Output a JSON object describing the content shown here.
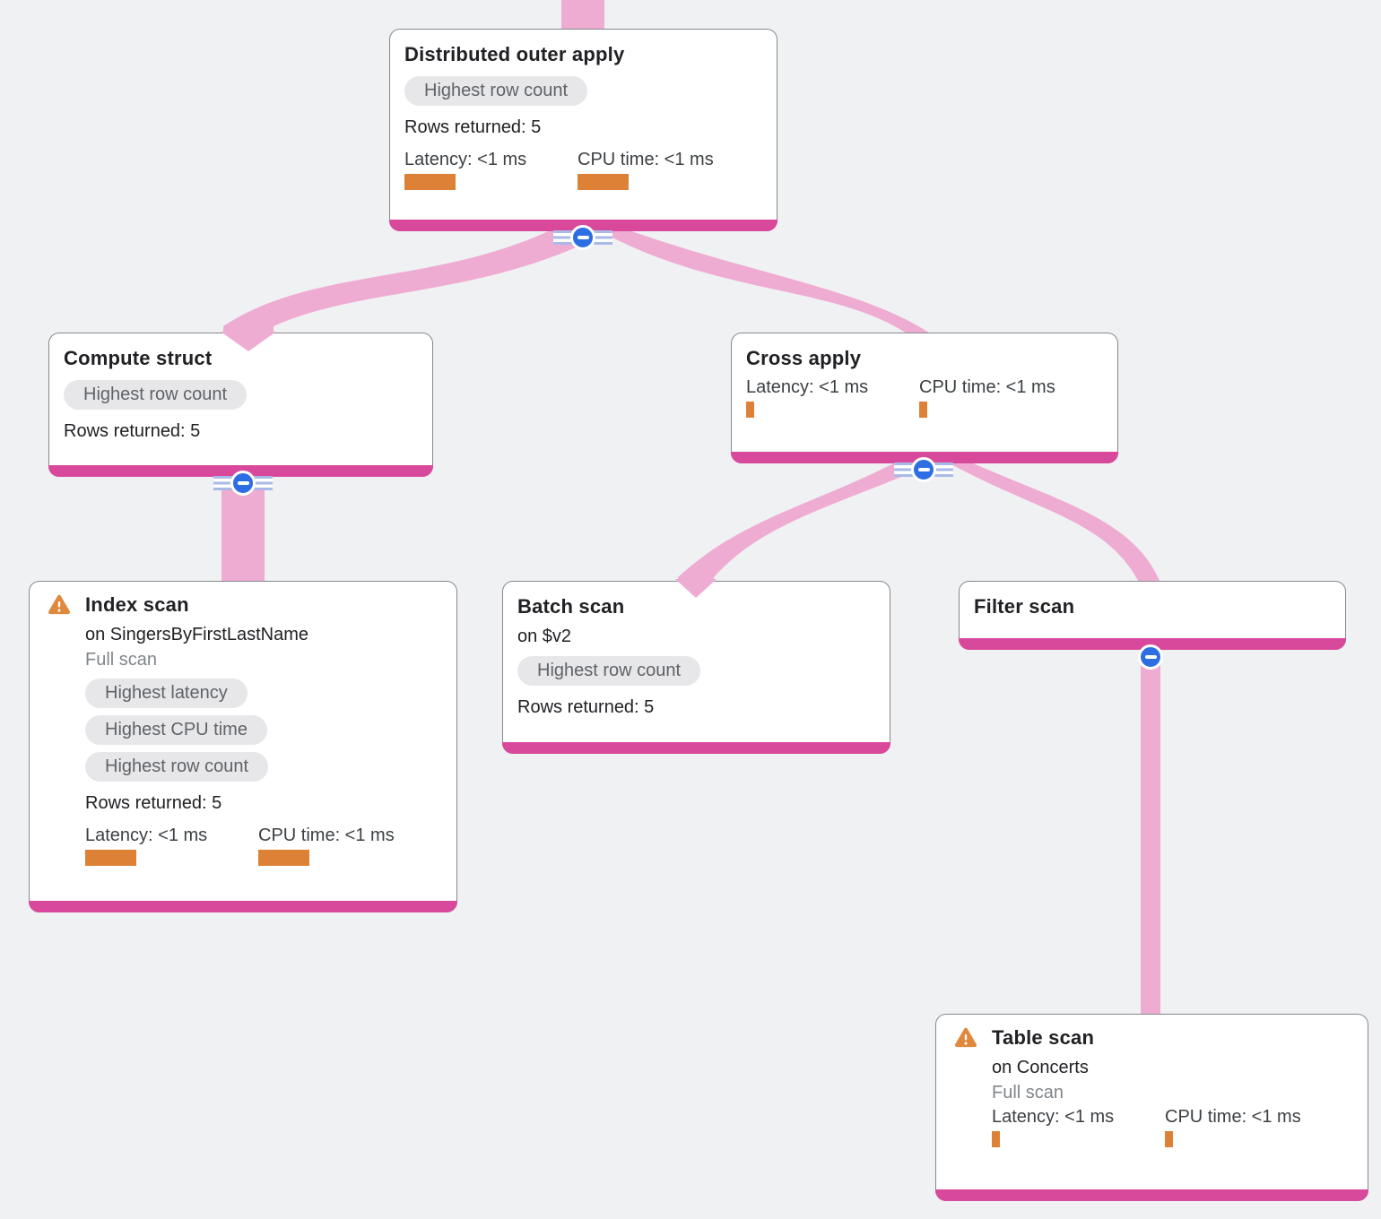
{
  "colors": {
    "background": "#f0f1f3",
    "card_bg": "#ffffff",
    "card_border": "#85898e",
    "accent_bar": "#d9499b",
    "link": "#efacd2",
    "badge_bg": "#e7e7ea",
    "badge_text": "#5f6368",
    "title_text": "#202124",
    "body_text": "#3c4043",
    "muted_text": "#80868b",
    "metric_bar": "#dd8136",
    "warning": "#e0883b",
    "expand_button": "#2e6ee3"
  },
  "icons": {
    "warning": "warning-triangle-icon",
    "collapse": "minus-circle-icon"
  },
  "nodes": {
    "distributed_outer_apply": {
      "title": "Distributed outer apply",
      "badges": [
        "Highest row count"
      ],
      "rows_returned": "Rows returned: 5",
      "latency_label": "Latency: <1 ms",
      "cpu_label": "CPU time: <1 ms"
    },
    "compute_struct": {
      "title": "Compute struct",
      "badges": [
        "Highest row count"
      ],
      "rows_returned": "Rows returned: 5"
    },
    "cross_apply": {
      "title": "Cross apply",
      "latency_label": "Latency: <1 ms",
      "cpu_label": "CPU time: <1 ms"
    },
    "index_scan": {
      "title": "Index scan",
      "subtitle": "on SingersByFirstLastName",
      "scan_type": "Full scan",
      "badges": [
        "Highest latency",
        "Highest CPU time",
        "Highest row count"
      ],
      "rows_returned": "Rows returned: 5",
      "latency_label": "Latency: <1 ms",
      "cpu_label": "CPU time: <1 ms"
    },
    "batch_scan": {
      "title": "Batch scan",
      "subtitle": "on $v2",
      "badges": [
        "Highest row count"
      ],
      "rows_returned": "Rows returned: 5"
    },
    "filter_scan": {
      "title": "Filter scan"
    },
    "table_scan": {
      "title": "Table scan",
      "subtitle": "on Concerts",
      "scan_type": "Full scan",
      "latency_label": "Latency: <1 ms",
      "cpu_label": "CPU time: <1 ms"
    }
  }
}
